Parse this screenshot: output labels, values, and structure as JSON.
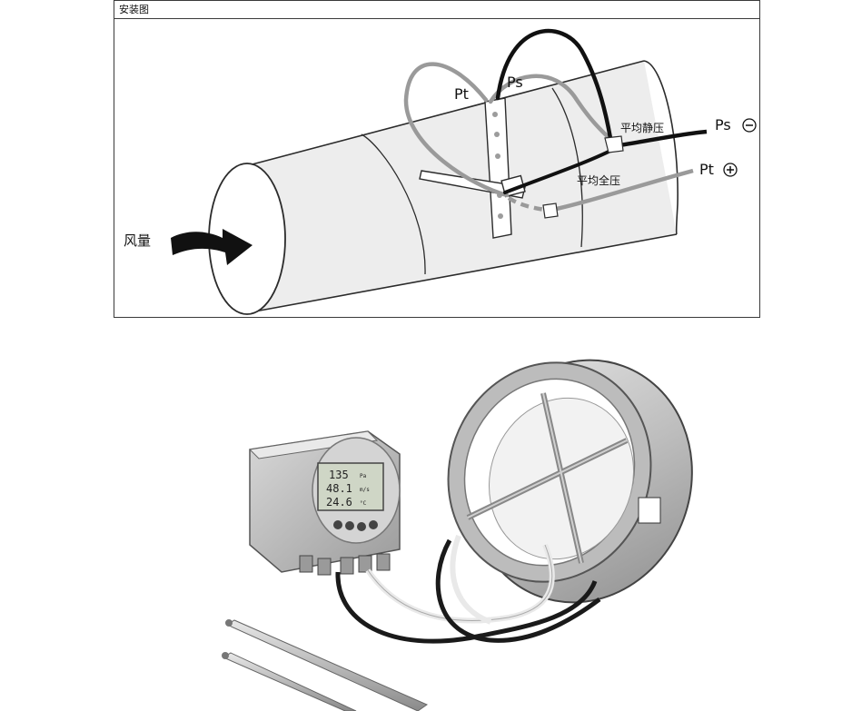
{
  "diagram": {
    "section_title": "安装图",
    "labels": {
      "pt_top": "Pt",
      "ps_top": "Ps",
      "avg_static": "平均静压",
      "avg_total": "平均全压",
      "ps_out": "Ps",
      "pt_out": "Pt",
      "airflow": "风量"
    },
    "symbols": {
      "minus": "−",
      "plus": "+"
    }
  },
  "device": {
    "display_lines": [
      "135",
      "48.1",
      "24.6"
    ],
    "display_units": [
      "Pa",
      "m/s",
      "°C"
    ]
  },
  "colors": {
    "pipe_fill": "#ededed",
    "pipe_stroke": "#2b2b2b",
    "hose_black": "#111111",
    "hose_gray": "#9a9a9a",
    "frame": "#3a3a3a"
  }
}
